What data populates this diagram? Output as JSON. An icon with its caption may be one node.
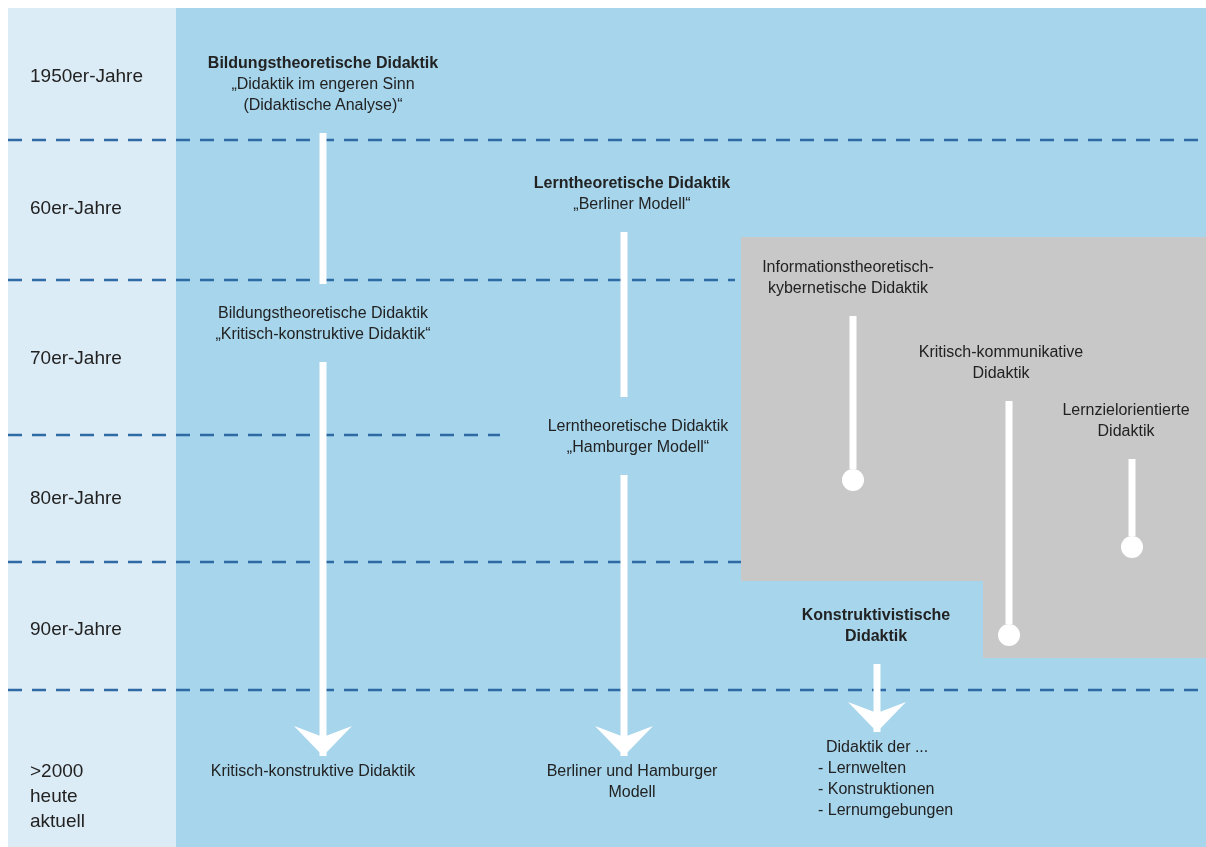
{
  "diagram": {
    "nodes": [
      {
        "text": [
          "Bildungstheoretische Didaktik",
          "„Didaktik im engeren Sinn (Didaktische Analyse)“"
        ]
      },
      {
        "text": [
          "Bildungstheoretische Didaktik",
          "„Kritisch-konstruktive Didaktik“"
        ]
      },
      {
        "text": [
          "Kritisch-konstruktive Didaktik"
        ]
      },
      {
        "text": [
          "Lerntheoretische Didaktik",
          "„Berliner Modell“"
        ]
      },
      {
        "text": [
          "Lerntheoretische Didaktik",
          "„Hamburger Modell“"
        ]
      },
      {
        "text": [
          "Berliner und Hamburger Modell"
        ]
      },
      {
        "text": [
          "Informationstheoretisch-kybernetische Didaktik"
        ]
      },
      {
        "text": [
          "Kritisch-kommunikative Didaktik"
        ]
      },
      {
        "text": [
          "Lernzielorientierte Didaktik"
        ]
      },
      {
        "text": [
          "Konstruktivistische Didaktik"
        ]
      },
      {
        "text": [
          "Didaktik der ...",
          "- Lernwelten",
          "- Konstruktionen",
          "- Lernumgebungen"
        ]
      },
      {
        "text": [],
        "shape": "circle"
      },
      {
        "text": [],
        "shape": "circle"
      },
      {
        "text": [],
        "shape": "circle"
      }
    ],
    "edges": [
      {
        "from": 0,
        "to": 1,
        "arrow": "none"
      },
      {
        "from": 1,
        "to": 2,
        "arrow": "to"
      },
      {
        "from": 3,
        "to": 4,
        "arrow": "none"
      },
      {
        "from": 4,
        "to": 5,
        "arrow": "to"
      },
      {
        "from": 6,
        "to": 11,
        "arrow": "none"
      },
      {
        "from": 7,
        "to": 12,
        "arrow": "none"
      },
      {
        "from": 8,
        "to": 13,
        "arrow": "none"
      },
      {
        "from": 9,
        "to": 10,
        "arrow": "to"
      }
    ],
    "labels": [
      "1950er-Jahre",
      "60er-Jahre",
      "70er-Jahre",
      "80er-Jahre",
      "90er-Jahre",
      ">2000 heute aktuell"
    ]
  }
}
